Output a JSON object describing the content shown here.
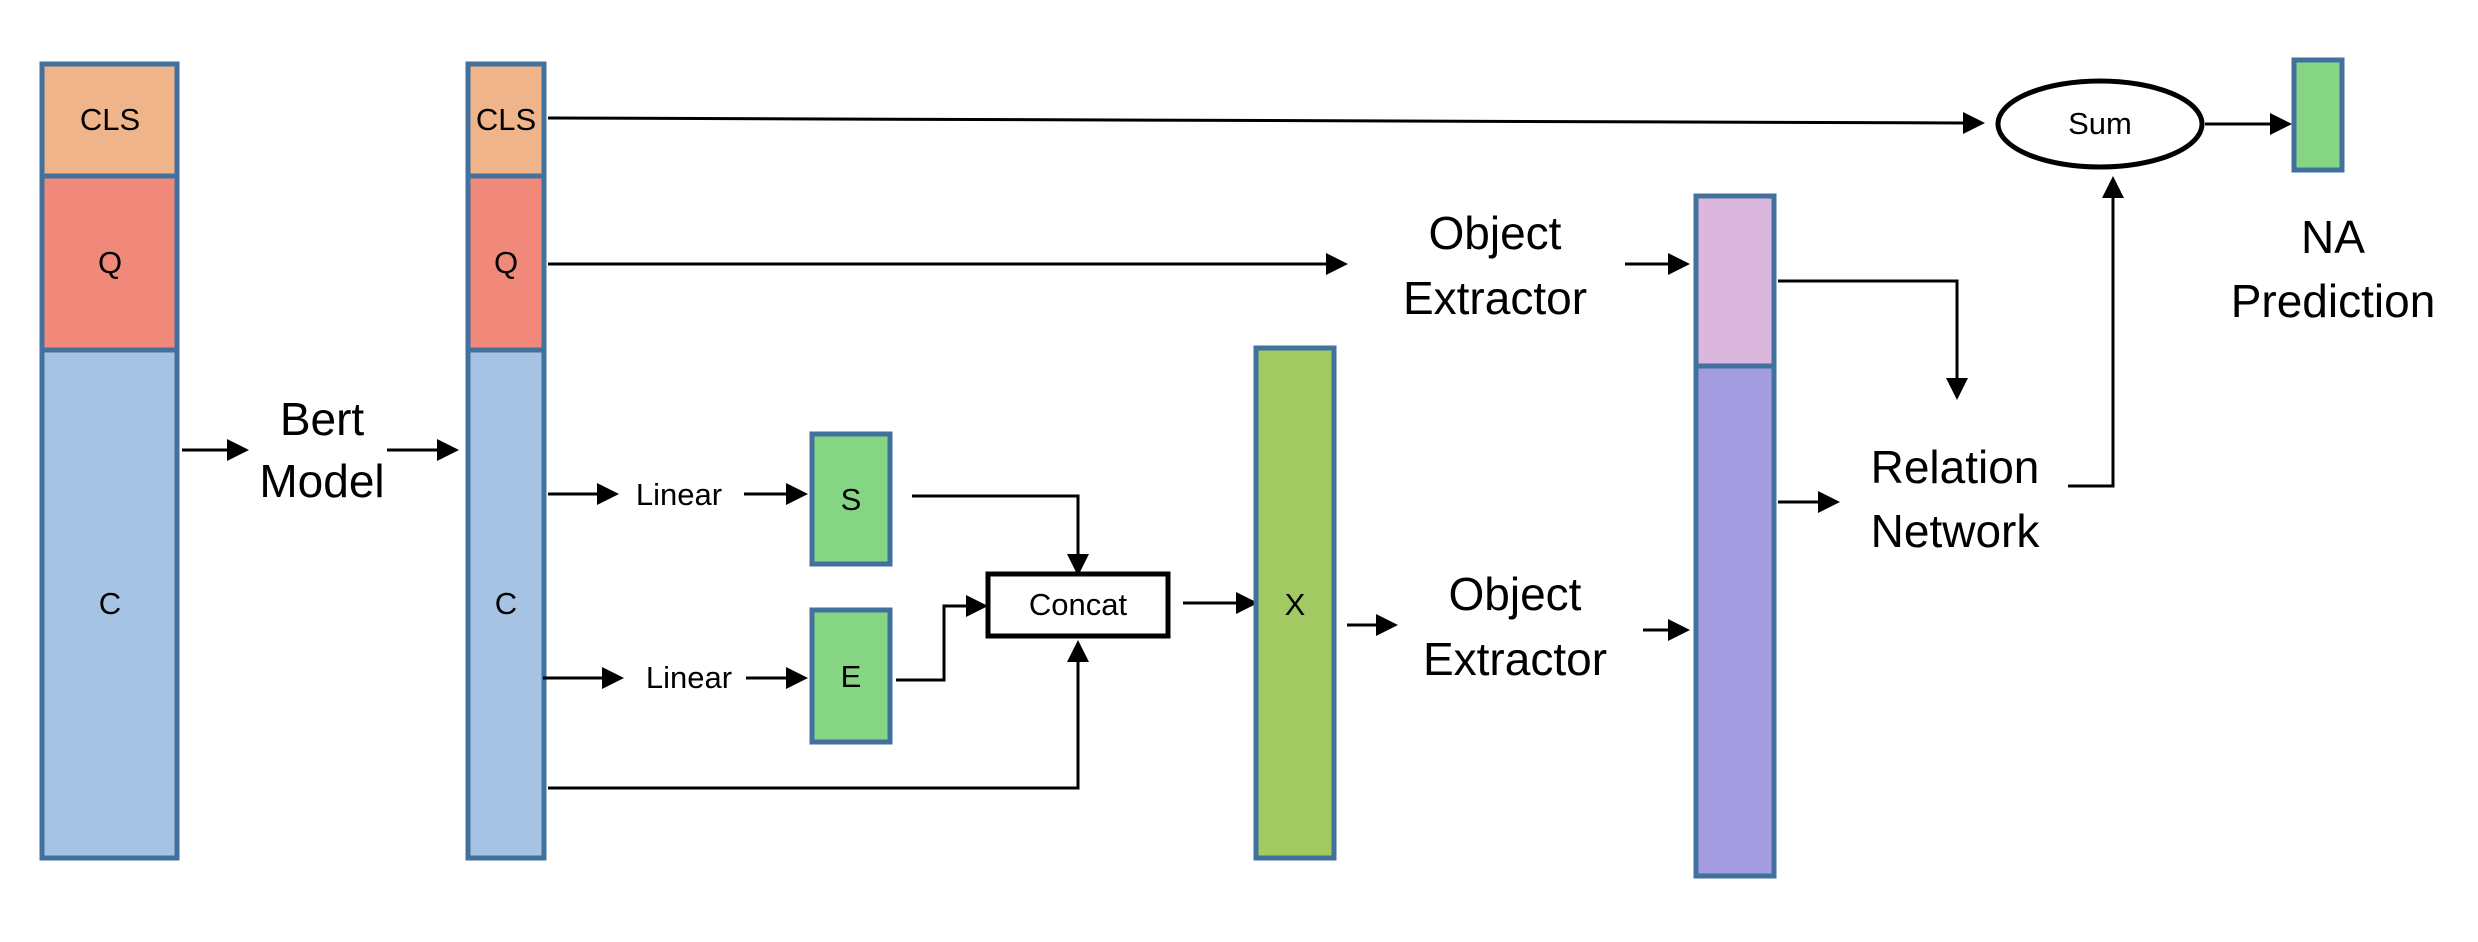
{
  "colors": {
    "cls": "#f0b48b",
    "q": "#f1897a",
    "c": "#a6c3e3",
    "green_light": "#85d585",
    "x_green": "#a3c962",
    "pink": "#dbb6dd",
    "purple": "#a39ce0",
    "border": "#41719c"
  },
  "input_column": {
    "cls": "CLS",
    "q": "Q",
    "c": "C"
  },
  "bert_model": {
    "line1": "Bert",
    "line2": "Model"
  },
  "output_column": {
    "cls": "CLS",
    "q": "Q",
    "c": "C"
  },
  "linear_top": "Linear",
  "linear_bottom": "Linear",
  "start_box": "S",
  "end_box": "E",
  "concat": "Concat",
  "x_box": "X",
  "object_extractor_top": {
    "line1": "Object",
    "line2": "Extractor"
  },
  "object_extractor_bottom": {
    "line1": "Object",
    "line2": "Extractor"
  },
  "relation_network": {
    "line1": "Relation",
    "line2": "Network"
  },
  "sum": "Sum",
  "na_prediction": {
    "line1": "NA",
    "line2": "Prediction"
  }
}
